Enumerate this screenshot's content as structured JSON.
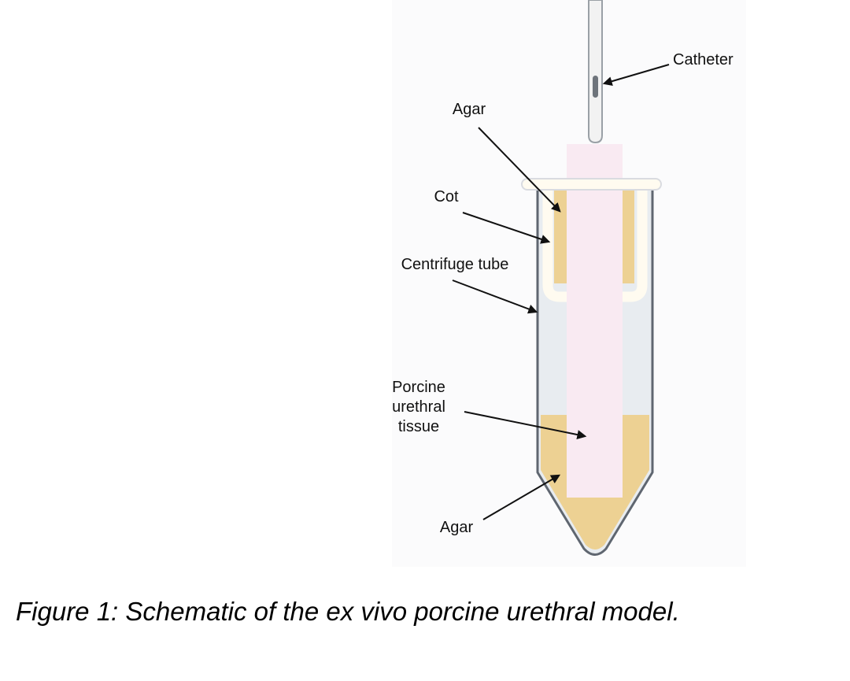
{
  "top_text_fragment": "",
  "labels": {
    "catheter": "Catheter",
    "agar_top": "Agar",
    "cot": "Cot",
    "centrifuge_tube": "Centrifuge tube",
    "porcine_line1": "Porcine",
    "porcine_line2": "urethral",
    "porcine_line3": "tissue",
    "agar_bottom": "Agar"
  },
  "caption": "Figure 1: Schematic of the ex vivo porcine urethral model.",
  "colors": {
    "agar": "#EDD193",
    "tissue": "#F9EAF2",
    "tube_fill": "#E8ECF0",
    "tube_outline": "#5F6670",
    "cot": "#FFFBF0",
    "catheter": "#F2F2F2"
  }
}
